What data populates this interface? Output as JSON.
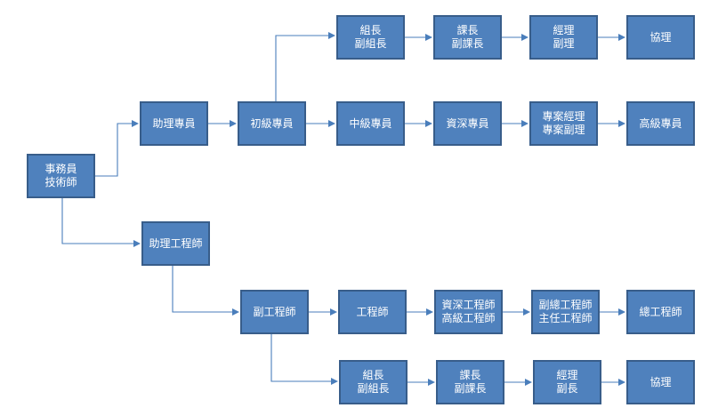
{
  "colors": {
    "box_fill": "#4f81bd",
    "box_border": "#385d8a",
    "box_text": "#ffffff",
    "connector": "#4a7ebb"
  },
  "nodes": {
    "shiwuyuan": [
      "事務員",
      "技術師"
    ],
    "zhuli_zhuanyuan": [
      "助理專員"
    ],
    "chuji_zhuanyuan": [
      "初級專員"
    ],
    "zuzhang_1": [
      "組長",
      "副組長"
    ],
    "kezhang_1": [
      "課長",
      "副課長"
    ],
    "jingli_1": [
      "經理",
      "副理"
    ],
    "xieli_1": [
      "協理"
    ],
    "zhongji": [
      "中級專員"
    ],
    "zishen": [
      "資深專員"
    ],
    "zhuanan": [
      "專案經理",
      "專案副理"
    ],
    "gaoji": [
      "高級專員"
    ],
    "zhuli_gongcheng": [
      "助理工程師"
    ],
    "fu_gongcheng": [
      "副工程師"
    ],
    "gongchengshi": [
      "工程師"
    ],
    "zishen_gc": [
      "資深工程師",
      "高級工程師"
    ],
    "fuzong": [
      "副總工程師",
      "主任工程師"
    ],
    "zong": [
      "總工程師"
    ],
    "zuzhang_2": [
      "組長",
      "副組長"
    ],
    "kezhang_2": [
      "課長",
      "副課長"
    ],
    "jingli_2": [
      "經理",
      "副長"
    ],
    "xieli_2": [
      "協理"
    ]
  }
}
